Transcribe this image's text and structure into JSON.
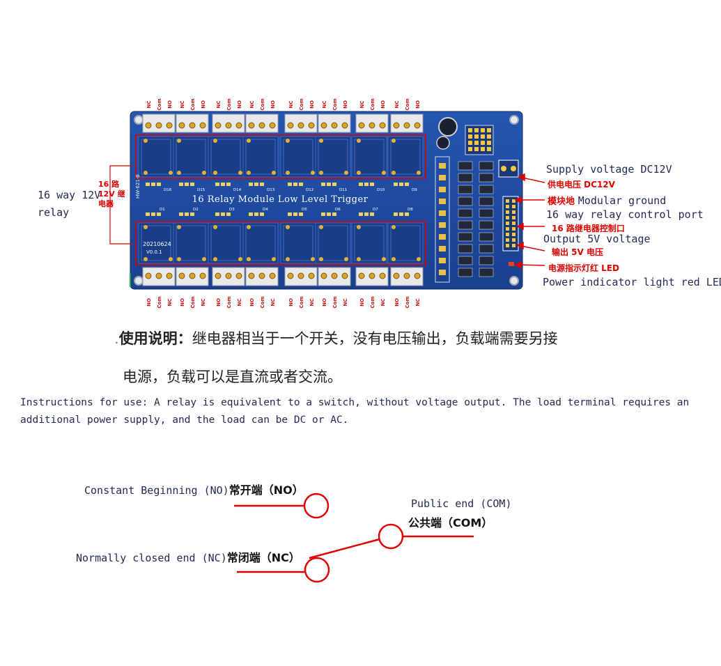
{
  "board": {
    "silkscreen_title": "16 Relay Module  Low Level Trigger",
    "date_code": "20210624",
    "version": "V0.0.1",
    "side_text": "HW-621-B",
    "top_pin_labels": [
      "NC",
      "Com",
      "NO",
      "NC",
      "Com",
      "NO",
      "NC",
      "Com",
      "NO",
      "NC",
      "Com",
      "NO",
      "NC",
      "Com",
      "NO",
      "NC",
      "Com",
      "NO",
      "NC",
      "Com",
      "NO",
      "NC",
      "Com",
      "NO"
    ],
    "bottom_pin_labels": [
      "NO",
      "Com",
      "NC",
      "NO",
      "Com",
      "NC",
      "NO",
      "Com",
      "NC",
      "NO",
      "Com",
      "NC",
      "NO",
      "Com",
      "NC",
      "NO",
      "Com",
      "NC",
      "NO",
      "Com",
      "NC",
      "NO",
      "Com",
      "NC"
    ],
    "led_labels_top": [
      "D16",
      "D15",
      "D14",
      "D13",
      "D12",
      "D11",
      "D10",
      "D9"
    ],
    "led_labels_bottom": [
      "D1",
      "D2",
      "D3",
      "D4",
      "D5",
      "D6",
      "D7",
      "D8"
    ]
  },
  "left_annotation": {
    "cn_line1": "16  路",
    "cn_line2": "12V 继",
    "cn_line3": "电器",
    "en_line1": "16 way 12V",
    "en_line2": "relay"
  },
  "right_annotations": {
    "supply_en": "Supply voltage DC12V",
    "supply_cn": "供电电压 DC12V",
    "ground_cn": "模块地",
    "ground_en": "Modular ground",
    "control_en": "16 way relay control port",
    "control_cn": "16 路继电器控制口",
    "output_en": "Output 5V voltage",
    "output_cn": "输出 5V 电压",
    "led_cn": "电源指示灯红 LED",
    "led_en": "Power indicator light red LED"
  },
  "instructions": {
    "cn_label": "使用说明：",
    "cn_text1": "继电器相当于一个开关，没有电压输出，负载端需要另接",
    "cn_text2": "电源，负载可以是直流或者交流。",
    "en_line1": "Instructions for use: A relay is equivalent to a switch, without voltage output. The load terminal requires an",
    "en_line2": "additional power supply, and the load can be DC or AC."
  },
  "switch_diagram": {
    "no_en": "Constant Beginning (NO)",
    "no_cn": "常开端（NO）",
    "com_en": "Public end (COM)",
    "com_cn": "公共端（COM）",
    "nc_en": "Normally closed end (NC)",
    "nc_cn": "常闭端（NC）",
    "line_color": "#e00000"
  },
  "colors": {
    "pcb_blue": "#1d4aa0",
    "annotation_red": "#e00000",
    "text_navy": "#1f2a55"
  }
}
